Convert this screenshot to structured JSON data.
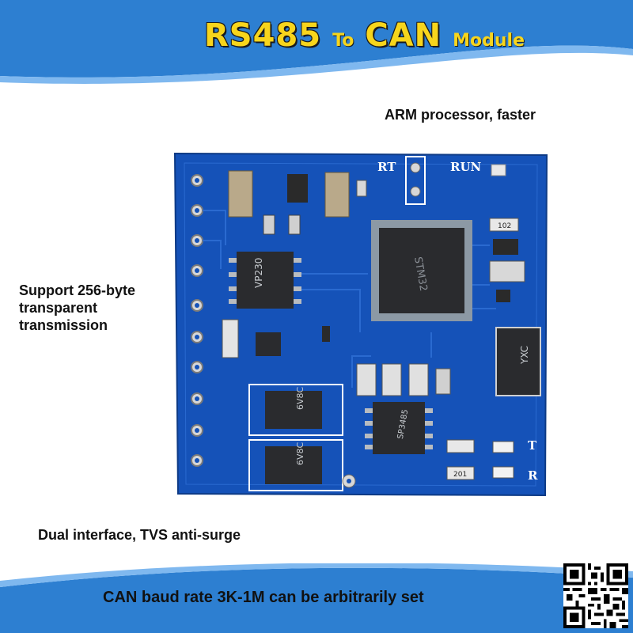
{
  "title": {
    "part1": "RS485",
    "part2": "To",
    "part3": "CAN",
    "part4": "Module"
  },
  "features": {
    "arm": "ARM processor, faster",
    "support": "Support 256-byte transparent transmission",
    "dual": "Dual interface, TVS anti-surge",
    "can": "CAN baud rate 3K-1M can be arbitrarily set"
  },
  "board": {
    "label_rt": "RT",
    "label_run": "RUN",
    "label_t": "T",
    "label_r": "R",
    "chip_main": "STM32",
    "chip_vp230": "VP230",
    "chip_sp3485": "SP3485",
    "diode": "6V8C",
    "inductor": "YXC",
    "resistor": "102",
    "resistor2": "201"
  },
  "colors": {
    "banner": "#2d7fd1",
    "board": "#1552b8",
    "title": "#f7d51c"
  }
}
